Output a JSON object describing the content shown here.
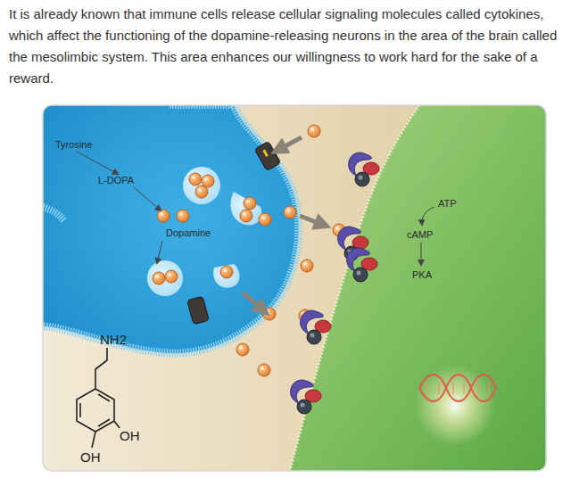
{
  "diagram": {
    "caption": "It is already known that immune cells release cellular signaling molecules called cytokines, which affect the functioning of the dopamine-releasing neurons in the area of the brain called the mesolimbic system. This area enhances our willingness to work hard for the sake of a reward.",
    "labels": [
      "Tyrosine",
      "L-DOPA",
      "Dopamine",
      "ATP",
      "cAMP",
      "PKA",
      "NH2",
      "OH",
      "OH"
    ]
  }
}
